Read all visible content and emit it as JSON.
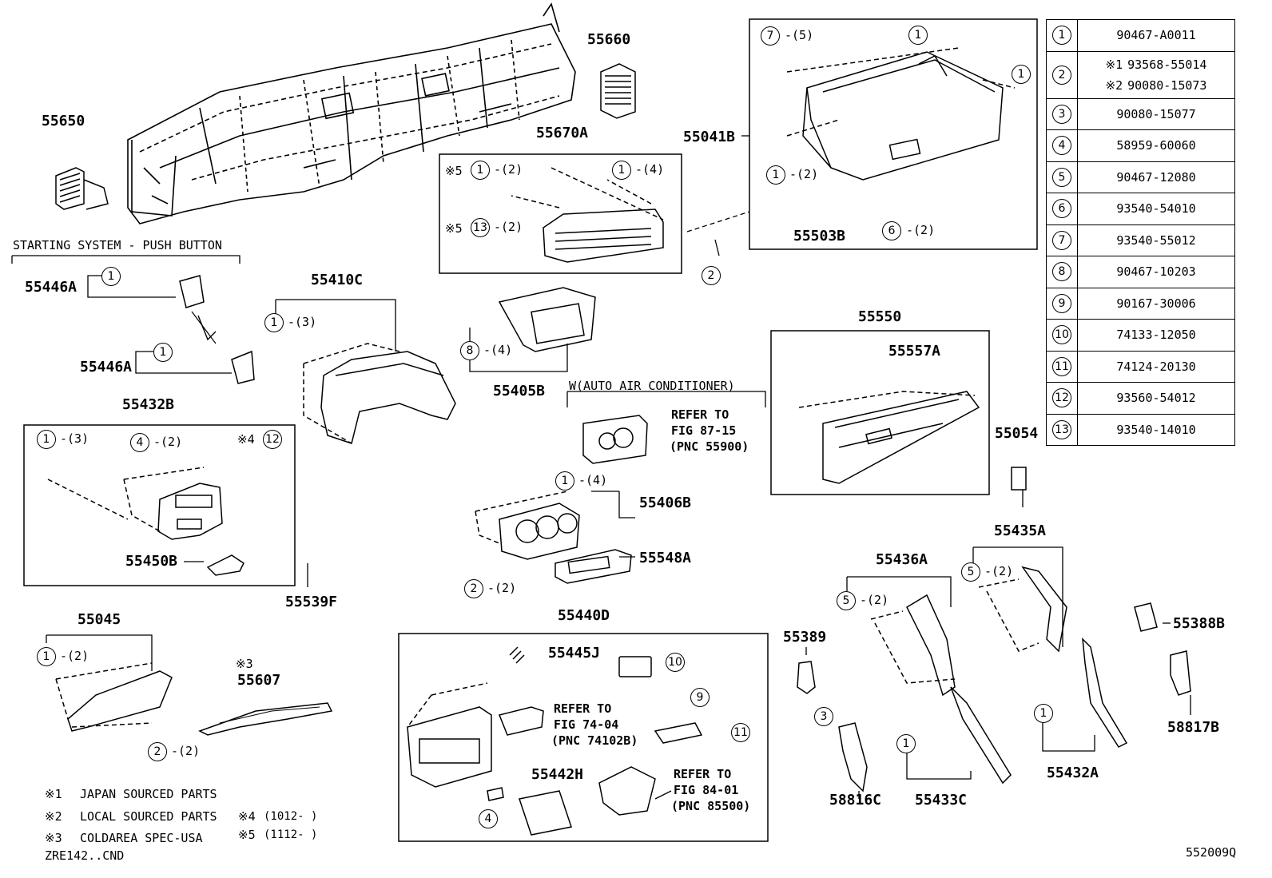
{
  "diagram": {
    "section_title": "STARTING SYSTEM - PUSH BUTTON",
    "figure_id": "552009Q",
    "part_labels": {
      "p55650": "55650",
      "p55660": "55660",
      "p55670A": "55670A",
      "p55041B": "55041B",
      "p55503B": "55503B",
      "p55446A_1": "55446A",
      "p55446A_2": "55446A",
      "p55410C": "55410C",
      "p55405B": "55405B",
      "p55550": "55550",
      "p55557A": "55557A",
      "p55054": "55054",
      "p55432B": "55432B",
      "p55450B": "55450B",
      "p55539F": "55539F",
      "p55406B": "55406B",
      "p55548A": "55548A",
      "p55435A": "55435A",
      "p55436A": "55436A",
      "p55388B": "55388B",
      "p55389": "55389",
      "p58817B": "58817B",
      "p55045": "55045",
      "p55607": "55607",
      "p55440D": "55440D",
      "p55445J": "55445J",
      "p55442H": "55442H",
      "p58816C": "58816C",
      "p55433C": "55433C",
      "p55432A": "55432A"
    },
    "refer_notes": {
      "auto_ac_header": "W(AUTO AIR CONDITIONER)",
      "ref1": [
        "REFER TO",
        "FIG 87-15",
        "(PNC 55900)"
      ],
      "ref2": [
        "REFER TO",
        "FIG 74-04",
        "(PNC 74102B)"
      ],
      "ref3": [
        "REFER TO",
        "FIG 84-01",
        "(PNC 85500)"
      ]
    },
    "marks": {
      "m3": "※3",
      "m4": "※4",
      "m5a": "※5",
      "m5b": "※5"
    },
    "callouts": [
      {
        "n": "7",
        "q": "-(5)"
      },
      {
        "n": "1",
        "q": ""
      },
      {
        "n": "1",
        "q": ""
      },
      {
        "n": "1",
        "q": "-(2)"
      },
      {
        "n": "6",
        "q": "-(2)"
      },
      {
        "n": "2",
        "q": ""
      },
      {
        "n": "1",
        "q": "-(2)"
      },
      {
        "n": "1",
        "q": "-(4)"
      },
      {
        "n": "13",
        "q": "-(2)"
      },
      {
        "n": "1",
        "q": ""
      },
      {
        "n": "1",
        "q": ""
      },
      {
        "n": "1",
        "q": "-(3)"
      },
      {
        "n": "8",
        "q": "-(4)"
      },
      {
        "n": "1",
        "q": "-(3)"
      },
      {
        "n": "4",
        "q": "-(2)"
      },
      {
        "n": "12",
        "q": ""
      },
      {
        "n": "1",
        "q": "-(4)"
      },
      {
        "n": "2",
        "q": "-(2)"
      },
      {
        "n": "5",
        "q": "-(2)"
      },
      {
        "n": "5",
        "q": "-(2)"
      },
      {
        "n": "1",
        "q": "-(2)"
      },
      {
        "n": "10",
        "q": ""
      },
      {
        "n": "9",
        "q": ""
      },
      {
        "n": "11",
        "q": ""
      },
      {
        "n": "2",
        "q": "-(2)"
      },
      {
        "n": "3",
        "q": ""
      },
      {
        "n": "1",
        "q": ""
      },
      {
        "n": "1",
        "q": ""
      },
      {
        "n": "4",
        "q": ""
      }
    ],
    "legend": [
      {
        "mark": "※1",
        "text": "JAPAN SOURCED PARTS"
      },
      {
        "mark": "※2",
        "text": "LOCAL SOURCED PARTS"
      },
      {
        "mark": "※3",
        "text": "COLDAREA SPEC-USA"
      },
      {
        "mark": "",
        "text": "ZRE142..CND"
      },
      {
        "mark": "※4",
        "text": "(1012-   )"
      },
      {
        "mark": "※5",
        "text": "(1112-   )"
      }
    ]
  },
  "parts_table": [
    {
      "ref": "1",
      "parts": [
        {
          "mark": "",
          "pn": "90467-A0011"
        }
      ]
    },
    {
      "ref": "2",
      "parts": [
        {
          "mark": "※1",
          "pn": "93568-55014"
        },
        {
          "mark": "※2",
          "pn": "90080-15073"
        }
      ]
    },
    {
      "ref": "3",
      "parts": [
        {
          "mark": "",
          "pn": "90080-15077"
        }
      ]
    },
    {
      "ref": "4",
      "parts": [
        {
          "mark": "",
          "pn": "58959-60060"
        }
      ]
    },
    {
      "ref": "5",
      "parts": [
        {
          "mark": "",
          "pn": "90467-12080"
        }
      ]
    },
    {
      "ref": "6",
      "parts": [
        {
          "mark": "",
          "pn": "93540-54010"
        }
      ]
    },
    {
      "ref": "7",
      "parts": [
        {
          "mark": "",
          "pn": "93540-55012"
        }
      ]
    },
    {
      "ref": "8",
      "parts": [
        {
          "mark": "",
          "pn": "90467-10203"
        }
      ]
    },
    {
      "ref": "9",
      "parts": [
        {
          "mark": "",
          "pn": "90167-30006"
        }
      ]
    },
    {
      "ref": "10",
      "parts": [
        {
          "mark": "",
          "pn": "74133-12050"
        }
      ]
    },
    {
      "ref": "11",
      "parts": [
        {
          "mark": "",
          "pn": "74124-20130"
        }
      ]
    },
    {
      "ref": "12",
      "parts": [
        {
          "mark": "",
          "pn": "93560-54012"
        }
      ]
    },
    {
      "ref": "13",
      "parts": [
        {
          "mark": "",
          "pn": "93540-14010"
        }
      ]
    }
  ]
}
